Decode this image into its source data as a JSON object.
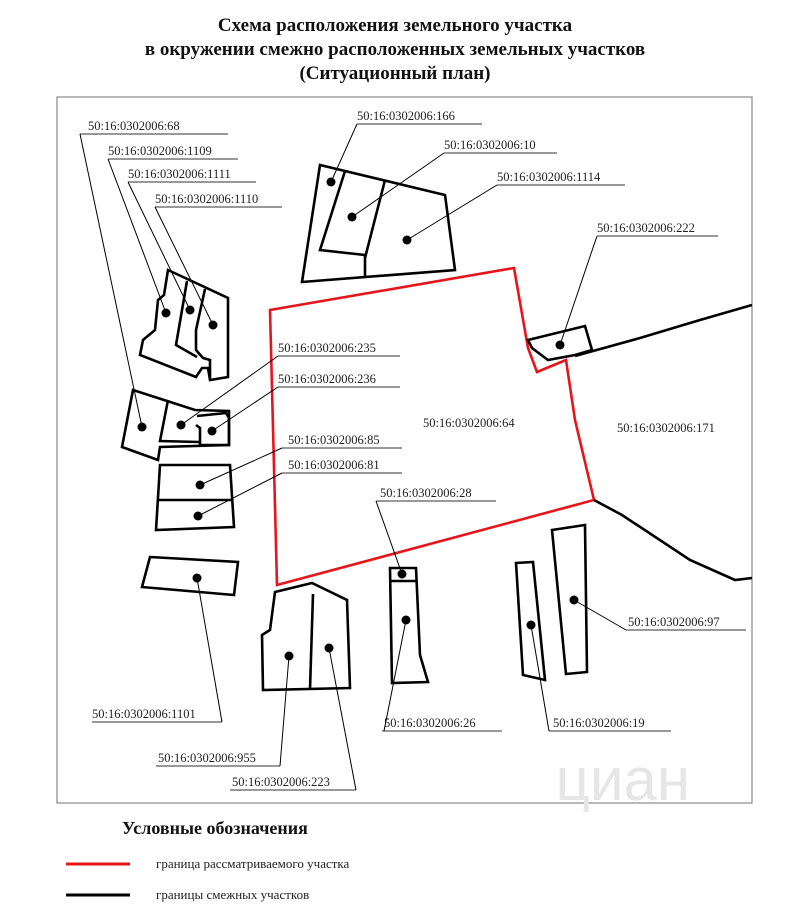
{
  "title": {
    "line1": "Схема расположения земельного участка",
    "line2": "в окружении смежно расположенных земельных участков",
    "line3": "(Ситуационный план)"
  },
  "parcels": {
    "p68": "50:16:0302006:68",
    "p1109": "50:16:0302006:1109",
    "p1111": "50:16:0302006:1111",
    "p1110": "50:16:0302006:1110",
    "p166": "50:16:0302006:166",
    "p10": "50:16:0302006:10",
    "p1114": "50:16:0302006:1114",
    "p222": "50:16:0302006:222",
    "p235": "50:16:0302006:235",
    "p236": "50:16:0302006:236",
    "p85": "50:16:0302006:85",
    "p81": "50:16:0302006:81",
    "p64": "50:16:0302006:64",
    "p171": "50:16:0302006:171",
    "p28": "50:16:0302006:28",
    "p97": "50:16:0302006:97",
    "p1101": "50:16:0302006:1101",
    "p26": "50:16:0302006:26",
    "p19": "50:16:0302006:19",
    "p955": "50:16:0302006:955",
    "p223": "50:16:0302006:223"
  },
  "legend": {
    "heading": "Условные обозначения",
    "items": [
      {
        "label": "граница рассматриваемого участка",
        "color": "#e8141b"
      },
      {
        "label": "границы смежных участков",
        "color": "#000000"
      }
    ]
  },
  "watermark": "циан"
}
